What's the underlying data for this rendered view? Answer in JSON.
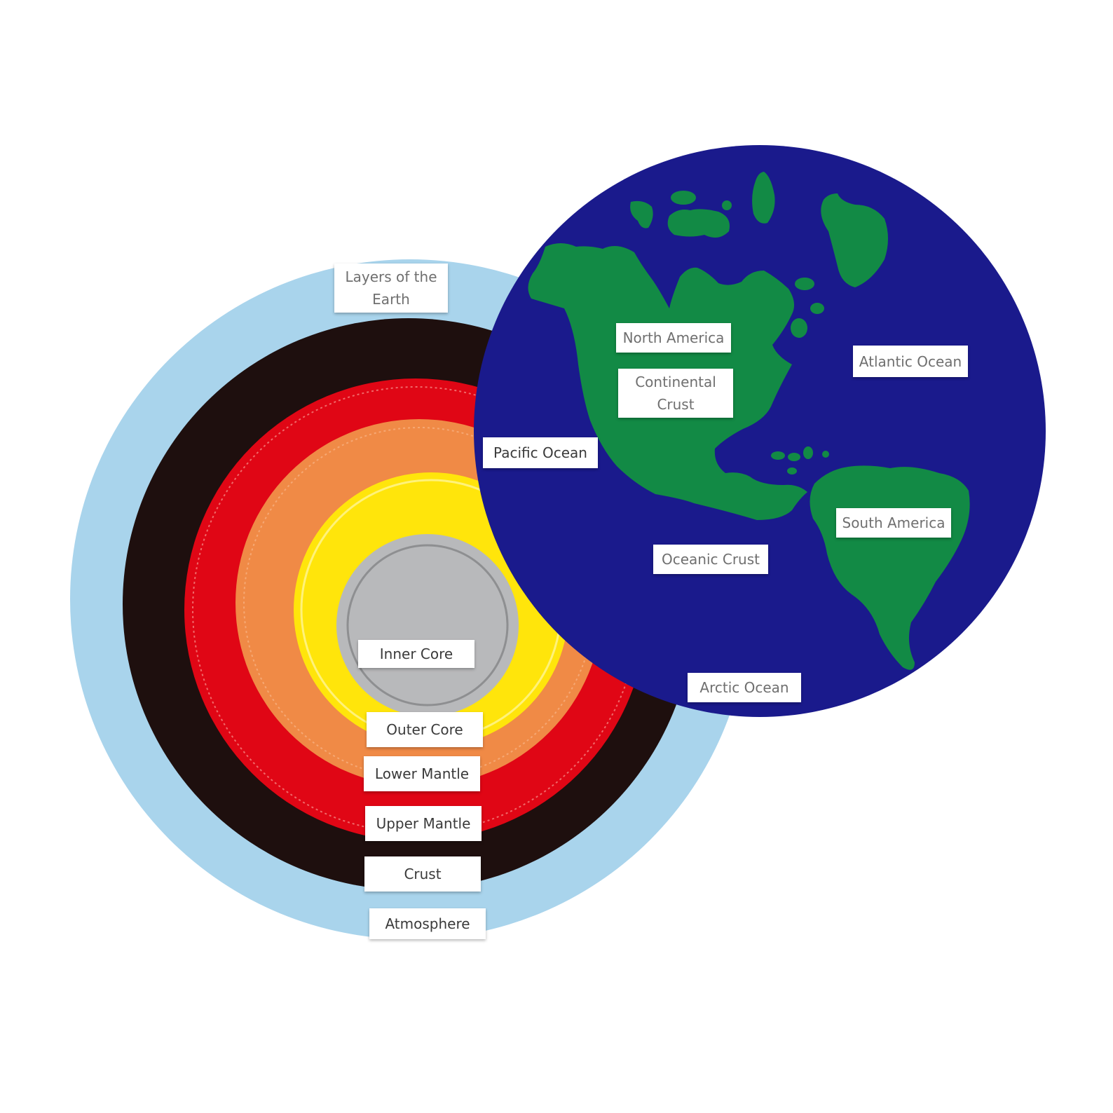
{
  "colors": {
    "background": "#ffffff",
    "atmosphere": "#a9d4ec",
    "crust": "#1e0f0e",
    "upper_mantle": "#e00615",
    "lower_mantle": "#f08a46",
    "outer_core": "#ffe50b",
    "inner_core": "#b8b9bb",
    "ocean": "#1a1a8c",
    "land": "#128a45"
  },
  "layers_diagram": {
    "title": "Layers of the\nEarth",
    "labels": {
      "inner_core": "Inner Core",
      "outer_core": "Outer Core",
      "lower_mantle": "Lower Mantle",
      "upper_mantle": "Upper Mantle",
      "crust": "Crust",
      "atmosphere": "Atmosphere"
    }
  },
  "globe": {
    "labels": {
      "north_america": "North America",
      "continental_crust": "Continental\nCrust",
      "atlantic_ocean": "Atlantic Ocean",
      "pacific_ocean": "Pacific Ocean",
      "south_america": "South America",
      "oceanic_crust": "Oceanic Crust",
      "arctic_ocean": "Arctic Ocean"
    }
  }
}
